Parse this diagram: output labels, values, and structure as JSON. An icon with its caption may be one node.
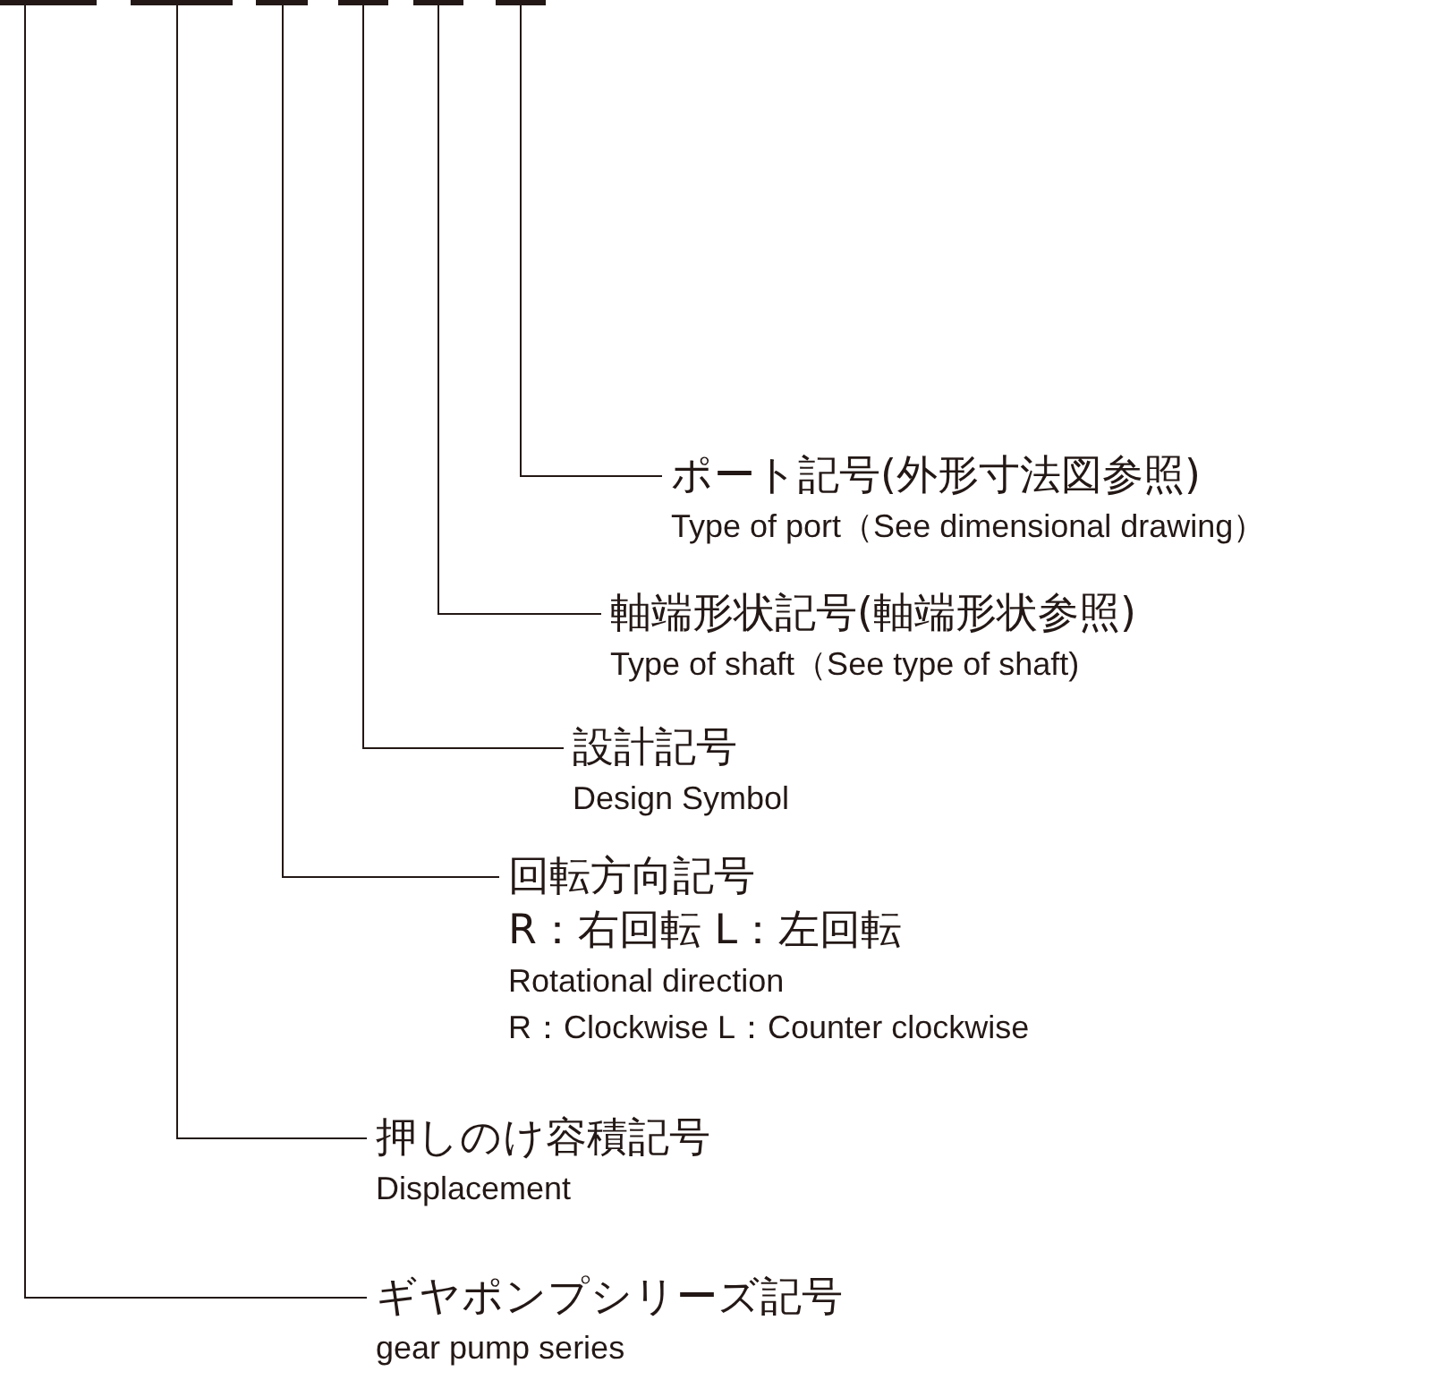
{
  "diagram": {
    "nodes": [
      {
        "text": [],
        "shape": "bar"
      },
      {
        "text": [],
        "shape": "bar"
      },
      {
        "text": [],
        "shape": "bar"
      },
      {
        "text": [],
        "shape": "bar"
      },
      {
        "text": [],
        "shape": "bar"
      },
      {
        "text": [],
        "shape": "bar"
      },
      {
        "text": [
          "ポート記号(外形寸法図参照)",
          "Type of port（See dimensional drawing）"
        ]
      },
      {
        "text": [
          "軸端形状記号(軸端形状参照)",
          "Type of shaft（See type of shaft)"
        ]
      },
      {
        "text": [
          "設計記号",
          "Design Symbol"
        ]
      },
      {
        "text": [
          "回転方向記号",
          "R：右回転 L：左回転",
          "Rotational direction",
          "R：Clockwise  L：Counter clockwise"
        ]
      },
      {
        "text": [
          "押しのけ容積記号",
          "Displacement"
        ]
      },
      {
        "text": [
          "ギヤポンプシリーズ記号",
          "gear pump series"
        ]
      }
    ],
    "edges": [
      {
        "from": 5,
        "to": 6,
        "arrow": "none"
      },
      {
        "from": 4,
        "to": 7,
        "arrow": "none"
      },
      {
        "from": 3,
        "to": 8,
        "arrow": "none"
      },
      {
        "from": 2,
        "to": 9,
        "arrow": "none"
      },
      {
        "from": 1,
        "to": 10,
        "arrow": "none"
      },
      {
        "from": 0,
        "to": 11,
        "arrow": "none"
      }
    ]
  }
}
